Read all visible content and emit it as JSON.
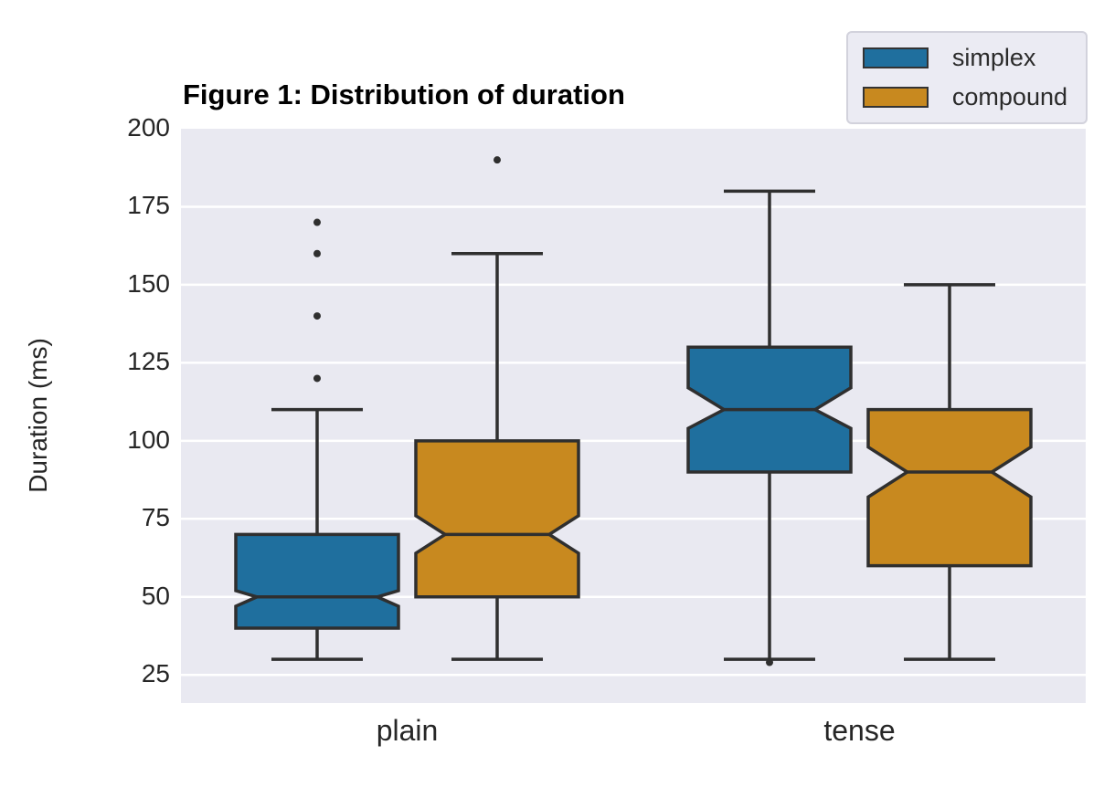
{
  "chart_data": {
    "type": "boxplot",
    "title": "Figure 1: Distribution of duration",
    "ylabel": "Duration (ms)",
    "xlabel": "",
    "categories": [
      "plain",
      "tense"
    ],
    "yticks": [
      200,
      175,
      150,
      125,
      100,
      75,
      50,
      25
    ],
    "ylim": [
      16,
      200
    ],
    "grid": true,
    "notched": true,
    "legend_position": "upper right",
    "series": [
      {
        "name": "simplex",
        "color": "#1f6f9e",
        "boxes": [
          {
            "category": "plain",
            "whisker_low": 30,
            "q1": 40,
            "median": 50,
            "q3": 70,
            "whisker_high": 110,
            "notch_low": 47,
            "notch_high": 52,
            "notch_depth": 0.13,
            "outliers": [
              120,
              140,
              160,
              170
            ]
          },
          {
            "category": "tense",
            "whisker_low": 30,
            "q1": 90,
            "median": 110,
            "q3": 130,
            "whisker_high": 180,
            "notch_low": 104,
            "notch_high": 117,
            "notch_depth": 0.22,
            "outliers": [
              29
            ]
          }
        ]
      },
      {
        "name": "compound",
        "color": "#c8891f",
        "boxes": [
          {
            "category": "plain",
            "whisker_low": 30,
            "q1": 50,
            "median": 70,
            "q3": 100,
            "whisker_high": 160,
            "notch_low": 64,
            "notch_high": 76,
            "notch_depth": 0.18,
            "outliers": [
              190
            ]
          },
          {
            "category": "tense",
            "whisker_low": 30,
            "q1": 60,
            "median": 90,
            "q3": 110,
            "whisker_high": 150,
            "notch_low": 82,
            "notch_high": 98,
            "notch_depth": 0.24,
            "outliers": []
          }
        ]
      }
    ],
    "style": {
      "plot_bg": "#e9e9f1",
      "grid_color": "#ffffff",
      "line_color": "#2f2f2f",
      "text_color": "#262626",
      "legend_bg": "#ebebf3",
      "legend_border": "#d2d2dc"
    }
  }
}
